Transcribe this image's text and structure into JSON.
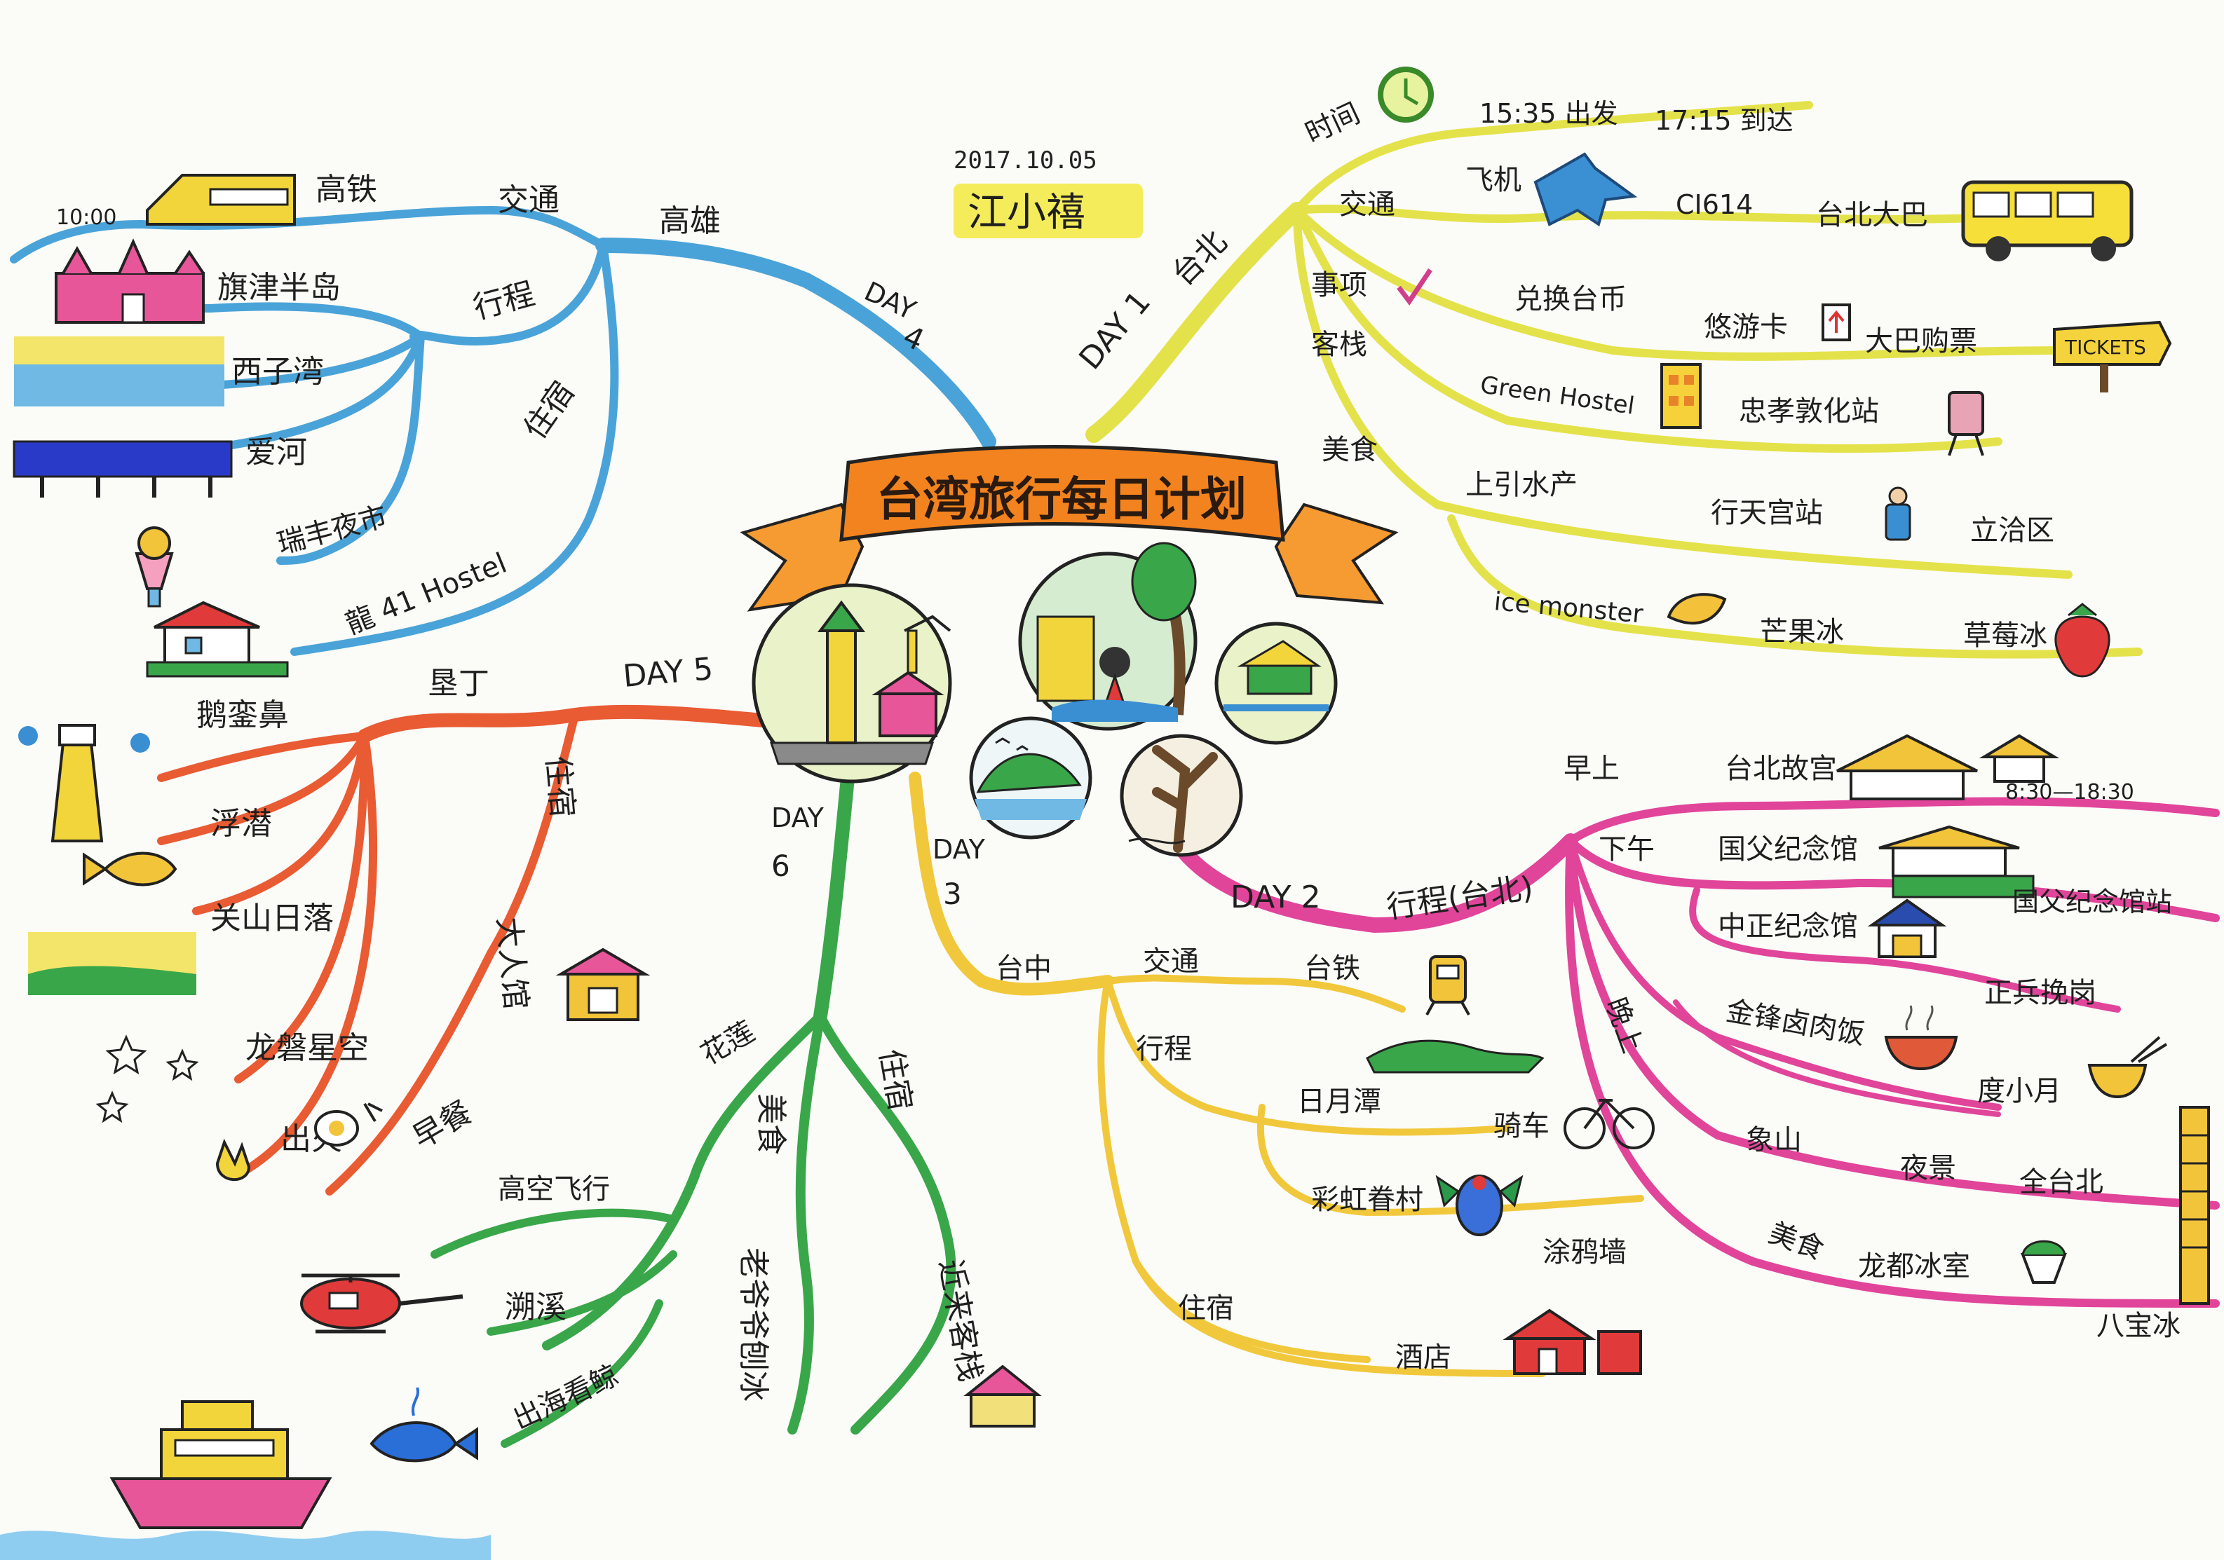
{
  "date": "2017.10.05",
  "author": "江小禧",
  "center_title": "台湾旅行每日计划",
  "colors": {
    "day1": "#e4e24a",
    "day2": "#e0459a",
    "day3": "#f1c83c",
    "day4": "#4aa3d8",
    "day5": "#e85b33",
    "day6": "#3aa64a",
    "banner": "#f2831e",
    "banner_ribbon": "#f69a32"
  },
  "day1": {
    "label": "DAY 1",
    "city": "台北",
    "time_label": "时间",
    "depart": "15:35 出发",
    "arrive": "17:15 到达",
    "transport_label": "交通",
    "plane": "飞机",
    "flight": "CI614",
    "bus": "台北大巴",
    "matters_label": "事项",
    "exchange": "兑换台币",
    "youyouka": "悠游卡",
    "buy_ticket": "大巴购票",
    "tickets_sign": "TICKETS",
    "inn_label": "客栈",
    "hostel": "Green Hostel",
    "station": "忠孝敦化站",
    "food_label": "美食",
    "shuiting": "上引水产",
    "xingtian": "行天宫站",
    "lihe": "立洽区",
    "icemonster": "ice monster",
    "mango": "芒果冰",
    "strawberry": "草莓冰"
  },
  "day2": {
    "label": "DAY 2",
    "route": "行程(台北)",
    "morning": "早上",
    "palace": "台北故宫",
    "hours": "8:30—18:30",
    "afternoon": "下午",
    "memorial": "国父纪念馆",
    "memorial_station": "国父纪念馆站",
    "zhongzheng": "中正纪念馆",
    "zhengfeng": "正兵挽岗",
    "evening": "晚上",
    "jinfeng": "金锋卤肉饭",
    "duxiaoyue": "度小月",
    "xiangshan": "象山",
    "night_view": "夜景",
    "taipei101": "全台北",
    "food": "美食",
    "longdu": "龙都冰室",
    "babao": "八宝冰"
  },
  "day3": {
    "label_day": "DAY",
    "label_num": "3",
    "city": "台中",
    "transport": "交通",
    "rail": "台铁",
    "route": "行程",
    "sunmoon": "日月潭",
    "cycling": "骑车",
    "rainbow": "彩虹眷村",
    "wall": "涂鸦墙",
    "stay": "住宿",
    "hotel": "酒店"
  },
  "day4": {
    "label_day": "DAY",
    "label_num": "4",
    "city": "高雄",
    "transport": "交通",
    "train": "高铁",
    "time": "10:00",
    "route": "行程",
    "qijin": "旗津半岛",
    "xiziwan": "西子湾",
    "aihe": "爱河",
    "ruifeng": "瑞丰夜市",
    "stay": "住宿",
    "hostel": "龍 41 Hostel"
  },
  "day5": {
    "label": "DAY 5",
    "city": "垦丁",
    "eluanbi": "鹅銮鼻",
    "snorkel": "浮潜",
    "sunset": "关山日落",
    "stars": "龙磐星空",
    "fire": "出火",
    "stay": "住宿",
    "dadaren": "大人馆",
    "breakfast": "早餐"
  },
  "day6": {
    "label_day": "DAY",
    "label_num": "6",
    "city": "花莲",
    "food": "美食",
    "stay": "住宿",
    "paragliding": "高空飞行",
    "rafting": "溯溪",
    "whale": "出海看鲸",
    "ice": "老爷爷刨冰",
    "inn": "近来客栈"
  }
}
